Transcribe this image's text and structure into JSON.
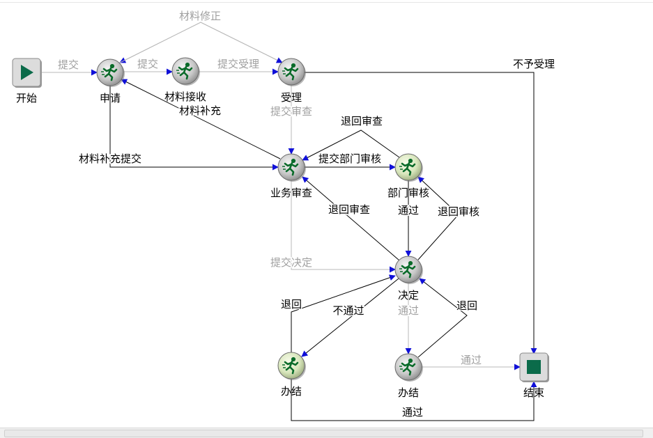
{
  "colors": {
    "edge_dark": "#000000",
    "edge_light": "#b8b8b8",
    "arrow": "#1010d8",
    "label_dark": "#000000",
    "label_light": "#a0a0a0",
    "node_gray": "#c8c8c8",
    "node_green": "#d8e6bc",
    "runner": "#0a6b2a",
    "terminal_bg": "#dcdcdc",
    "terminal_mark": "#0b6b4a"
  },
  "nodes": {
    "start": "开始",
    "apply": "申请",
    "receive": "材料接收",
    "accept": "受理",
    "review": "业务审查",
    "dept": "部门审核",
    "decision": "决定",
    "finish_left": "办结",
    "finish_mid": "办结",
    "end": "结束"
  },
  "edges": {
    "start_apply": "提交",
    "apply_receive": "提交",
    "receive_accept": "提交受理",
    "accept_apply_correction": "材料修正",
    "accept_end": "不予受理",
    "review_apply_supplement": "材料补充",
    "accept_review": "提交审查",
    "apply_review": "材料补充提交",
    "review_dept": "提交部门审核",
    "dept_review_return": "退回审查",
    "decision_review_return": "退回审查",
    "dept_decision": "通过",
    "decision_dept_return": "退回审核",
    "review_decision": "提交决定",
    "finish_left_decision": "退回",
    "decision_finish_left": "不通过",
    "decision_finish_mid": "通过",
    "finish_mid_decision": "退回",
    "finish_mid_end": "通过",
    "finish_left_end": "通过"
  }
}
